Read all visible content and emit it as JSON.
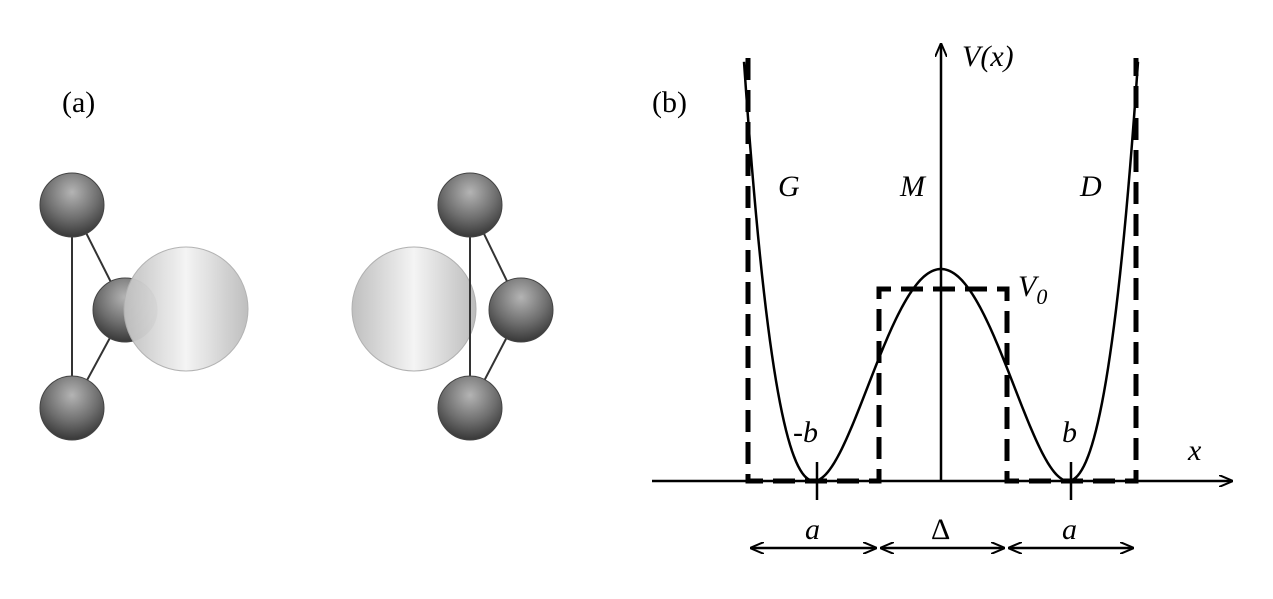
{
  "panel_a": {
    "label": "(a)"
  },
  "panel_b": {
    "label": "(b)",
    "y_axis_label_v": "V",
    "y_axis_label_arg": "(x)",
    "x_axis_label": "x",
    "region_left": "G",
    "region_middle": "M",
    "region_right": "D",
    "barrier_label_main": "V",
    "barrier_label_sub": "0",
    "min_left_label": "-b",
    "min_right_label": "b",
    "width_left": "a",
    "width_middle": "Δ",
    "width_right": "a"
  }
}
